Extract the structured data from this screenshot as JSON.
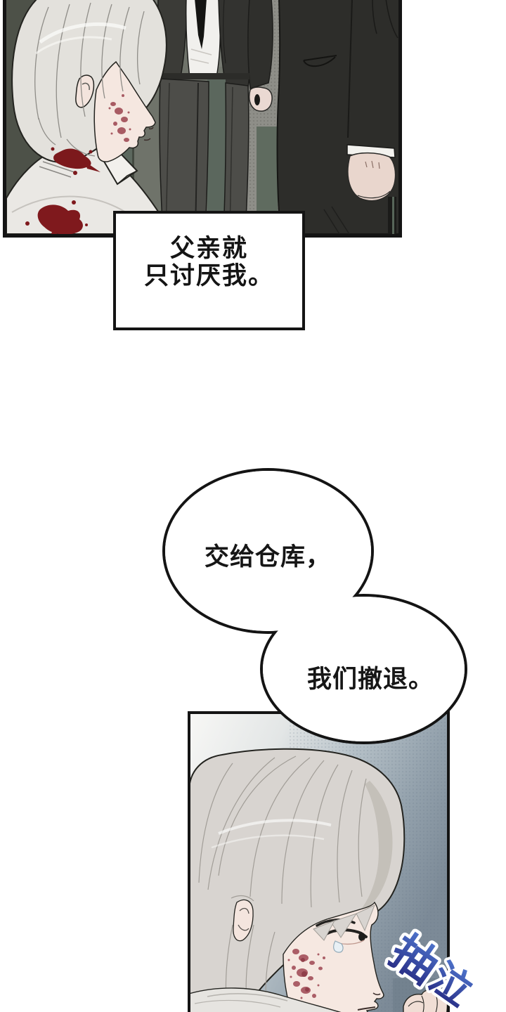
{
  "caption": {
    "line1": "父亲就",
    "line2": "只讨厌我。"
  },
  "bubble": {
    "line1": "交给仓库，",
    "line2": "我们撤退。"
  },
  "sfx": {
    "char1": "抽",
    "char2": "泣"
  },
  "colors": {
    "ink": "#141414",
    "blood_dark": "#7c191c",
    "blood_bruise": "#a04c56",
    "wall": "#6e6e68",
    "wall_olive": "#4d5148",
    "wall_green": "#5c685e",
    "suit_dark": "#2d2d2a",
    "trousers": "#4d4d49",
    "hair_light": "#e3e1dc",
    "skin": "#f5e7e0",
    "panel2_gradient_right": "#7c8a97",
    "sfx_blue_top": "#4e74cc",
    "sfx_blue_bottom": "#25277f"
  }
}
